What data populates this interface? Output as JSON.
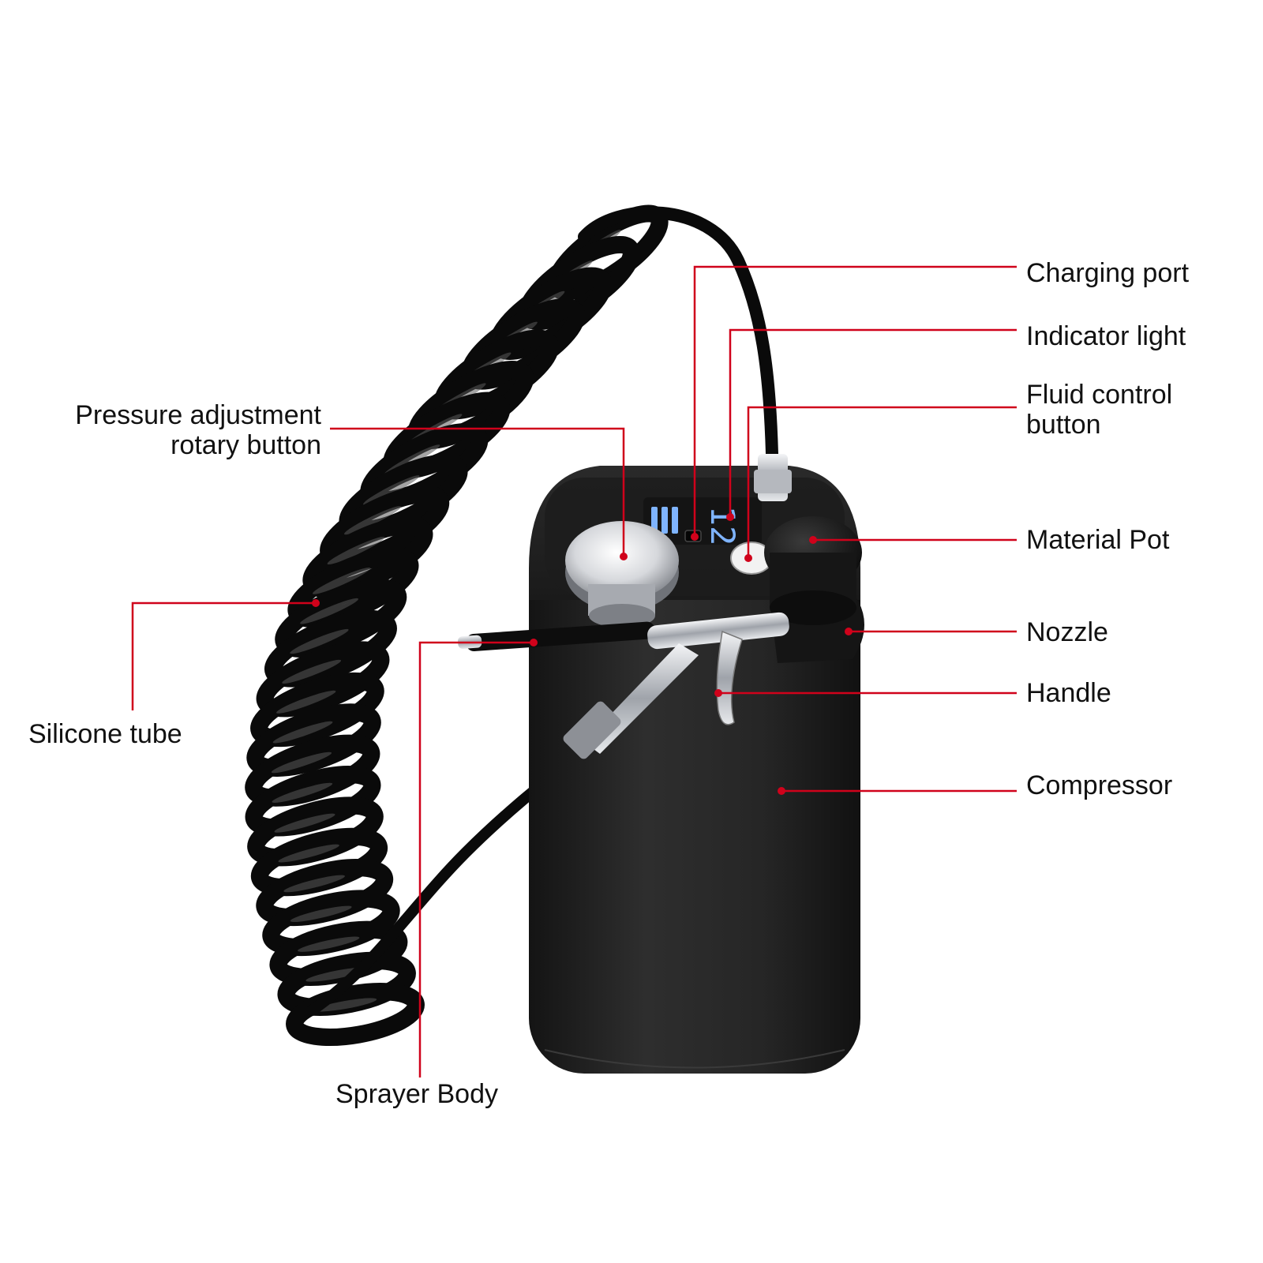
{
  "colors": {
    "leader": "#d0021b",
    "text": "#111111",
    "body": "#232323",
    "tube": "#0a0a0a",
    "chrome": "#c9ccd1",
    "display": "#7fb4ff"
  },
  "display": {
    "reading": "12"
  },
  "labels": {
    "charging_port": "Charging port",
    "indicator_light": "Indicator light",
    "fluid_control_line1": "Fluid control",
    "fluid_control_line2": "button",
    "material_pot": "Material Pot",
    "nozzle": "Nozzle",
    "handle": "Handle",
    "compressor": "Compressor",
    "pressure_line1": "Pressure adjustment",
    "pressure_line2": "rotary button",
    "silicone_tube": "Silicone tube",
    "sprayer_body": "Sprayer Body"
  }
}
